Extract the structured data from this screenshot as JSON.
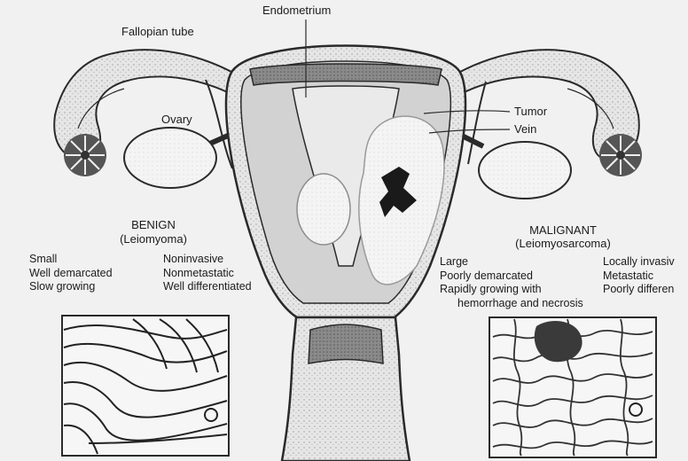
{
  "labels": {
    "endometrium": "Endometrium",
    "fallopian_tube": "Fallopian tube",
    "ovary": "Ovary",
    "tumor": "Tumor",
    "vein": "Vein"
  },
  "benign": {
    "title": "BENIGN",
    "subtitle": "(Leiomyoma)",
    "features_left": [
      "Small",
      "Well demarcated",
      "Slow growing"
    ],
    "features_right": [
      "Noninvasive",
      "Nonmetastatic",
      "Well differentiated"
    ]
  },
  "malignant": {
    "title": "MALIGNANT",
    "subtitle": "(Leiomyosarcoma)",
    "features_left": [
      "Large",
      "Poorly demarcated",
      "Rapidly growing with",
      "hemorrhage and necrosis"
    ],
    "features_right": [
      "Locally invasiv",
      "Metastatic",
      "Poorly differen"
    ]
  }
}
